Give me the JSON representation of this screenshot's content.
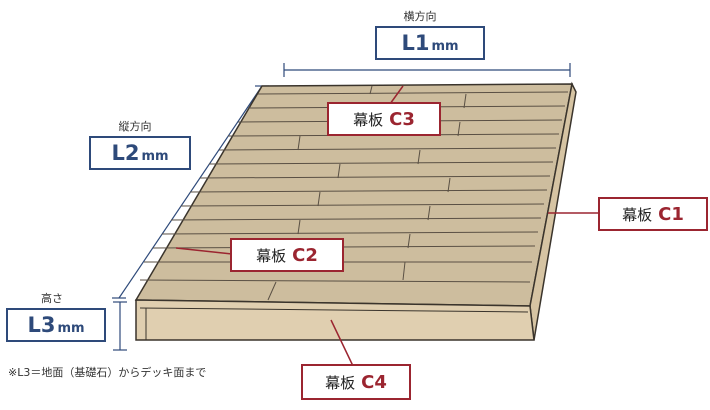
{
  "dimensions": {
    "width": {
      "caption": "横方向",
      "symbol": "L1",
      "unit": "mm"
    },
    "length": {
      "caption": "縦方向",
      "symbol": "L2",
      "unit": "mm"
    },
    "height": {
      "caption": "高さ",
      "symbol": "L3",
      "unit": "mm"
    }
  },
  "parts": {
    "c1": {
      "name": "幕板",
      "code": "C1"
    },
    "c2": {
      "name": "幕板",
      "code": "C2"
    },
    "c3": {
      "name": "幕板",
      "code": "C3"
    },
    "c4": {
      "name": "幕板",
      "code": "C4"
    }
  },
  "footnote": "※L3＝地面（基礎石）からデッキ面まで",
  "colors": {
    "dimension": "#2e4a7a",
    "part": "#9b2530",
    "deck_top": "#cdbd9e",
    "deck_front": "#e0cfb0",
    "deck_side": "#d6c4a3",
    "outline": "#3a342c"
  }
}
